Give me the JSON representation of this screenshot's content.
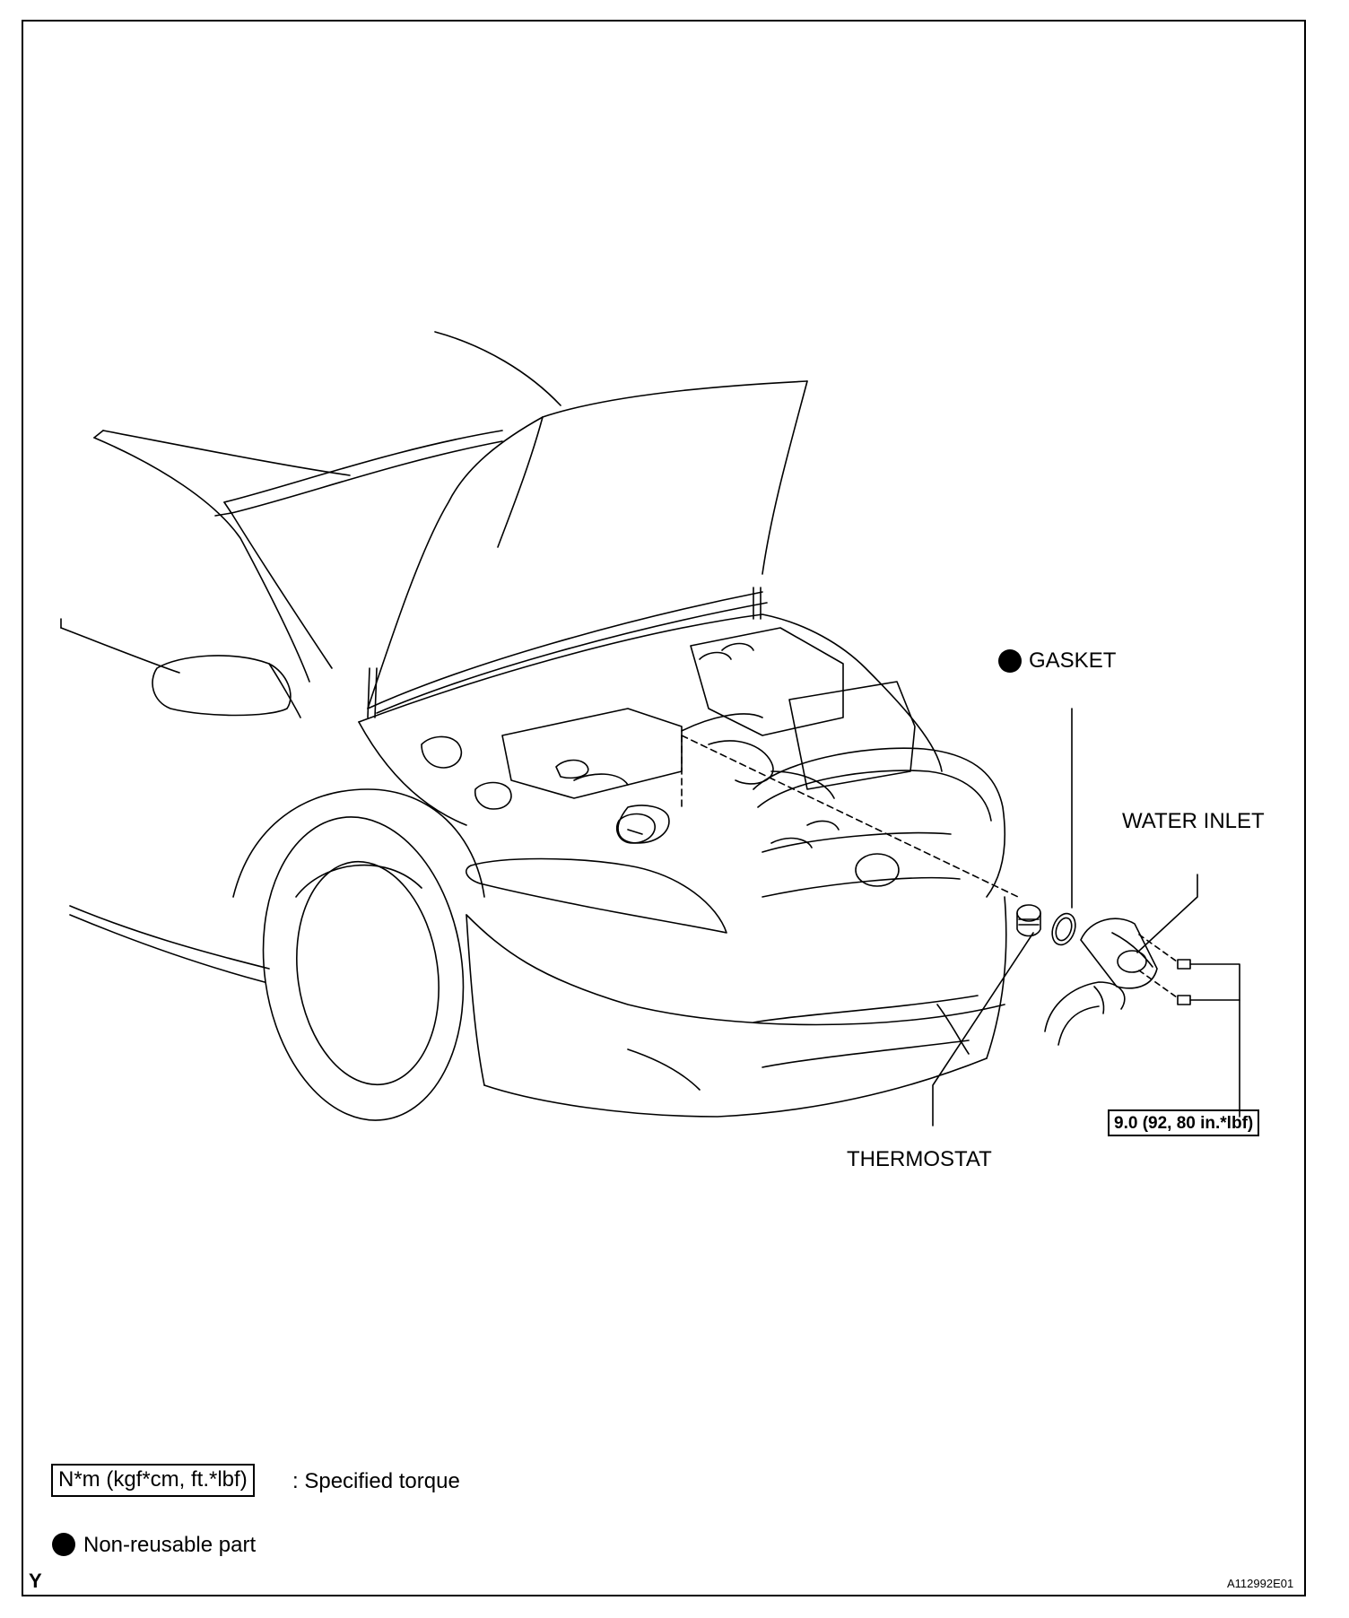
{
  "labels": {
    "gasket": "GASKET",
    "water_inlet": "WATER INLET",
    "thermostat": "THERMOSTAT",
    "torque_spec": "9.0 (92, 80 in.*lbf)"
  },
  "legend": {
    "torque_units": "N*m (kgf*cm, ft.*lbf)",
    "torque_desc": ": Specified torque",
    "nonreusable": "Non-reusable part"
  },
  "footer": {
    "left_mark": "Y",
    "figure_id": "A112992E01"
  }
}
